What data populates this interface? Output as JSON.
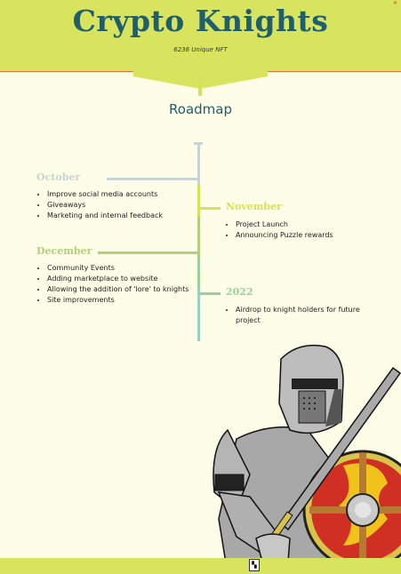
{
  "header": {
    "title": "Crypto Knights",
    "subtitle": "6236 Unique NFT",
    "accent_color": "#d9e45e",
    "title_color": "#1f5f6d"
  },
  "roadmap": {
    "heading": "Roadmap",
    "phases": [
      {
        "label": "October",
        "color": "#c8d4d4",
        "items": [
          "Improve social media accounts",
          "Giveaways",
          "Marketing and internal feedback"
        ]
      },
      {
        "label": "November",
        "color": "#d6e05a",
        "items": [
          "Project Launch",
          "Announcing Puzzle rewards"
        ]
      },
      {
        "label": "December",
        "color": "#b2cf7b",
        "items": [
          "Community Events",
          "Adding marketplace to website",
          "Allowing the addition of 'lore' to knights",
          "Site improvements"
        ]
      },
      {
        "label": "2022",
        "color": "#9ccf9c",
        "items": [
          "Airdrop to knight holders for future project"
        ]
      }
    ]
  },
  "icons": {
    "corner": "close-icon",
    "knight": "knight-illustration",
    "footer": "page-icon"
  }
}
